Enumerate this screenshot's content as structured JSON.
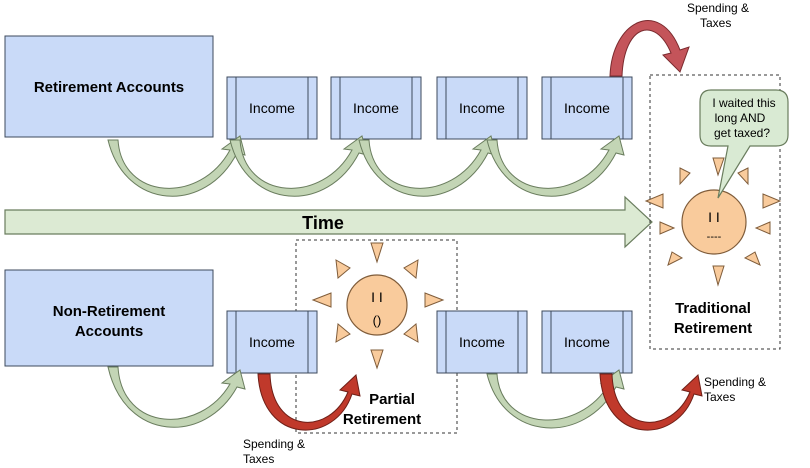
{
  "accounts": {
    "retirement": "Retirement Accounts",
    "non_retirement_line1": "Non-Retirement",
    "non_retirement_line2": "Accounts"
  },
  "income_label": "Income",
  "time_label": "Time",
  "spending": {
    "line1": "Spending &",
    "line2": "Taxes"
  },
  "partial_retirement": {
    "line1": "Partial",
    "line2": "Retirement"
  },
  "traditional_retirement": {
    "line1": "Traditional",
    "line2": "Retirement"
  },
  "speech_bubble": {
    "line1": "I waited this",
    "line2": "long AND",
    "line3": "get taxed?"
  },
  "faces": {
    "happy_eyes": "I  I",
    "happy_mouth": "()",
    "sad_eyes": "I  I",
    "sad_mouth": "----"
  },
  "colors": {
    "box_fill": "#c9daf8",
    "green_arrow": "#c3d5b5",
    "red_arrow": "#c0392b",
    "sun": "#f9cb9c",
    "bubble": "#d9ead3"
  }
}
